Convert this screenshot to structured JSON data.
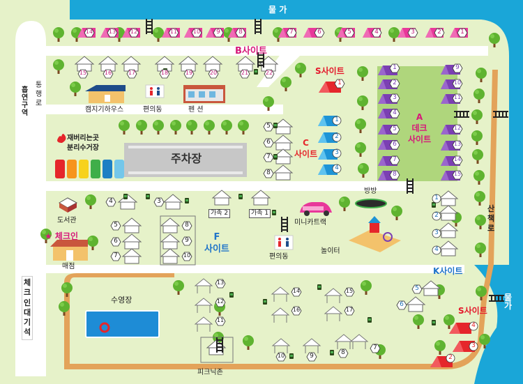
{
  "labels": {
    "river_top": "물 가",
    "river_right": "물가",
    "b_site": "B사이트",
    "s_site_top": "S사이트",
    "s_site_bottom": "S사이트",
    "a_site": "A\n데크\n사이트",
    "c_site": "C\n사이트",
    "f_site": "F\n사이트",
    "k_site": "K사이트",
    "camping_house": "캠지기하우스",
    "restroom_top": "편의동",
    "pension": "펜 션",
    "restroom_bottom": "편의동",
    "trash": "재버리는곳\n분리수거장",
    "parking": "주차장",
    "library": "도서관",
    "checkin": "★ 체크인",
    "store": "매점",
    "family2": "가족 2",
    "family1": "가족 1",
    "minicart": "미니카트랙",
    "trampoline": "방방",
    "playground": "놀이터",
    "pool": "수영장",
    "picnic": "피크닉존",
    "walkway": "산\n책\n로",
    "road": "통\n행\n로",
    "no_smoking": "흡연구역",
    "checkin_wait": "체\n크\n인\n대\n기\n석"
  },
  "sites": {
    "b_row1": [
      "14",
      "13",
      "12",
      "11",
      "10",
      "9",
      "8",
      "7",
      "6",
      "5",
      "4",
      "3",
      "2",
      "1"
    ],
    "b_row2": [
      "15",
      "16",
      "17",
      "18",
      "19",
      "20",
      "21",
      "22"
    ],
    "a_col1": [
      "1",
      "2",
      "3",
      "4",
      "5",
      "6",
      "7",
      "8"
    ],
    "a_col2": [
      "9",
      "10",
      "11",
      "12",
      "13",
      "14",
      "15"
    ],
    "c_tents": [
      "1",
      "2",
      "3",
      "4"
    ],
    "c_cabins": [
      "5",
      "6",
      "7",
      "8"
    ],
    "f_top": [
      "4",
      "3"
    ],
    "f_left": [
      "5",
      "6",
      "7"
    ],
    "f_right": [
      "8",
      "9",
      "10"
    ],
    "k_sites": [
      "1",
      "2",
      "3",
      "4",
      "5",
      "6"
    ],
    "pool_area": [
      "13",
      "12",
      "11"
    ],
    "center_bottom": [
      "14",
      "15",
      "16",
      "17",
      "10",
      "9",
      "8",
      "7"
    ],
    "s_bottom": [
      "4",
      "3",
      "2"
    ],
    "s_top": [
      "1"
    ]
  },
  "colors": {
    "water": "#1aa6d8",
    "grass": "#e6f2c9",
    "path": "#e3a35a",
    "road": "#ffffff",
    "pink_tent": "#e8389a",
    "purple_tent": "#7b3fb3",
    "blue_tent": "#29a8e0",
    "red_tent": "#e5262b"
  }
}
